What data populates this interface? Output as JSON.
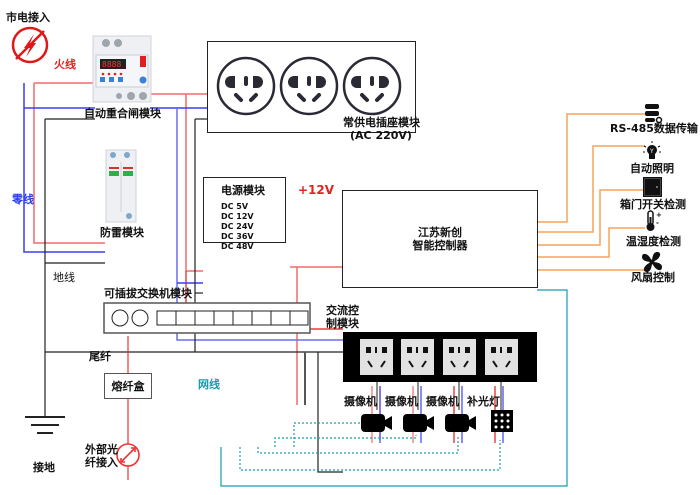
{
  "labels": {
    "mains_input": "市电接入",
    "live_wire": "火线",
    "neutral_wire": "零线",
    "ground_wire": "地线",
    "ground": "接地",
    "auto_recloser": "自动重合闸模块",
    "surge_protector": "防雷模块",
    "outlet_module_line1": "常供电插座模块",
    "outlet_module_line2": "(AC 220V)",
    "power_module_title": "电源模块",
    "plus12v": "+12V",
    "controller_line1": "江苏新创",
    "controller_line2": "智能控制器",
    "switch_module": "可插拔交换机模块",
    "pigtail": "尾纤",
    "splice_box": "熔纤盒",
    "fiber_in_line1": "外部光",
    "fiber_in_line2": "纤接入",
    "network_cable": "网线",
    "ac_control_line1": "交流控",
    "ac_control_line2": "制模块",
    "camera1": "摄像机",
    "camera2": "摄像机",
    "camera3": "摄像机",
    "fill_light": "补光灯"
  },
  "power_module_outputs": [
    "DC 5V",
    "DC 12V",
    "DC 24V",
    "DC 36V",
    "DC 48V"
  ],
  "peripherals": [
    {
      "label": "RS-485数据传输",
      "icon": "server-icon"
    },
    {
      "label": "自动照明",
      "icon": "lightbulb-icon"
    },
    {
      "label": "箱门开关检测",
      "icon": "door-icon"
    },
    {
      "label": "温湿度检测",
      "icon": "thermometer-icon"
    },
    {
      "label": "风扇控制",
      "icon": "fan-icon"
    }
  ],
  "colors": {
    "live": "#f06b6b",
    "live_dark": "#e01818",
    "neutral": "#3a3ff0",
    "neutral_light": "#7a7ff2",
    "ground": "#222222",
    "signal": "#f5a25a",
    "network": "#1a9bb0",
    "fiber": "#f03030"
  }
}
